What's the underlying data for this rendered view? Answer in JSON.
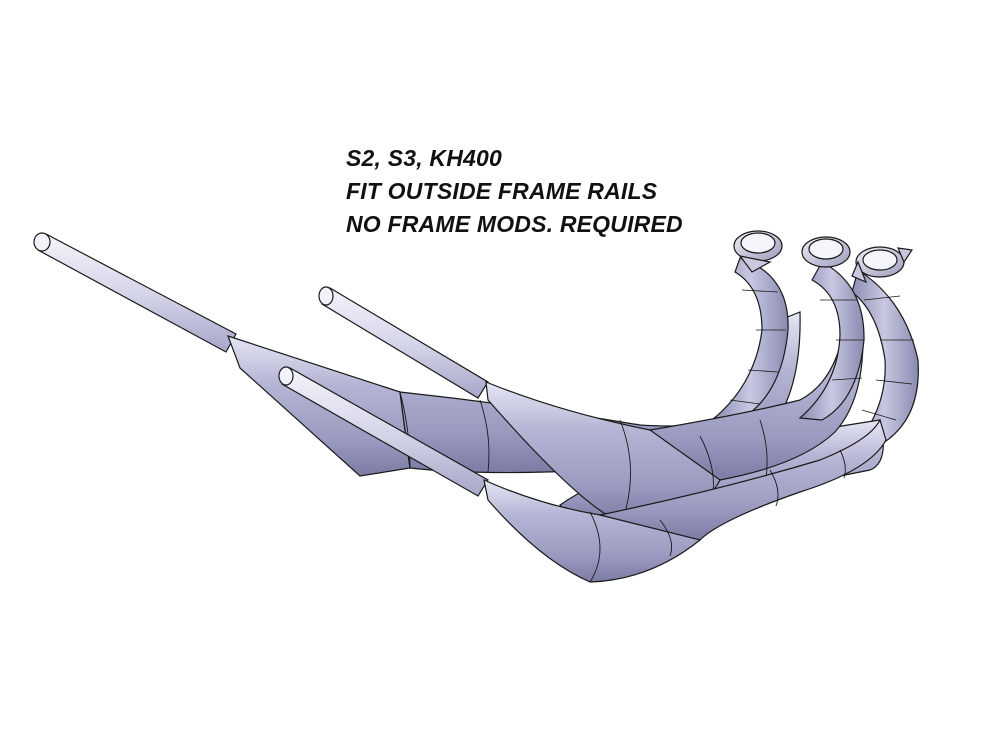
{
  "caption": {
    "lines": [
      "S2, S3, KH400",
      "FIT OUTSIDE FRAME RAILS",
      "NO FRAME MODS. REQUIRED"
    ]
  },
  "colors": {
    "background": "#ffffff",
    "text": "#111111",
    "pipe_body": "#a9a9cc",
    "pipe_shadow": "#7d7da6",
    "pipe_highlight": "#e4e4f4",
    "tailpipe": "#dcdcee",
    "outline": "#1a1a1a"
  },
  "parts": [
    "expansion-chamber-left",
    "expansion-chamber-center",
    "expansion-chamber-right"
  ]
}
